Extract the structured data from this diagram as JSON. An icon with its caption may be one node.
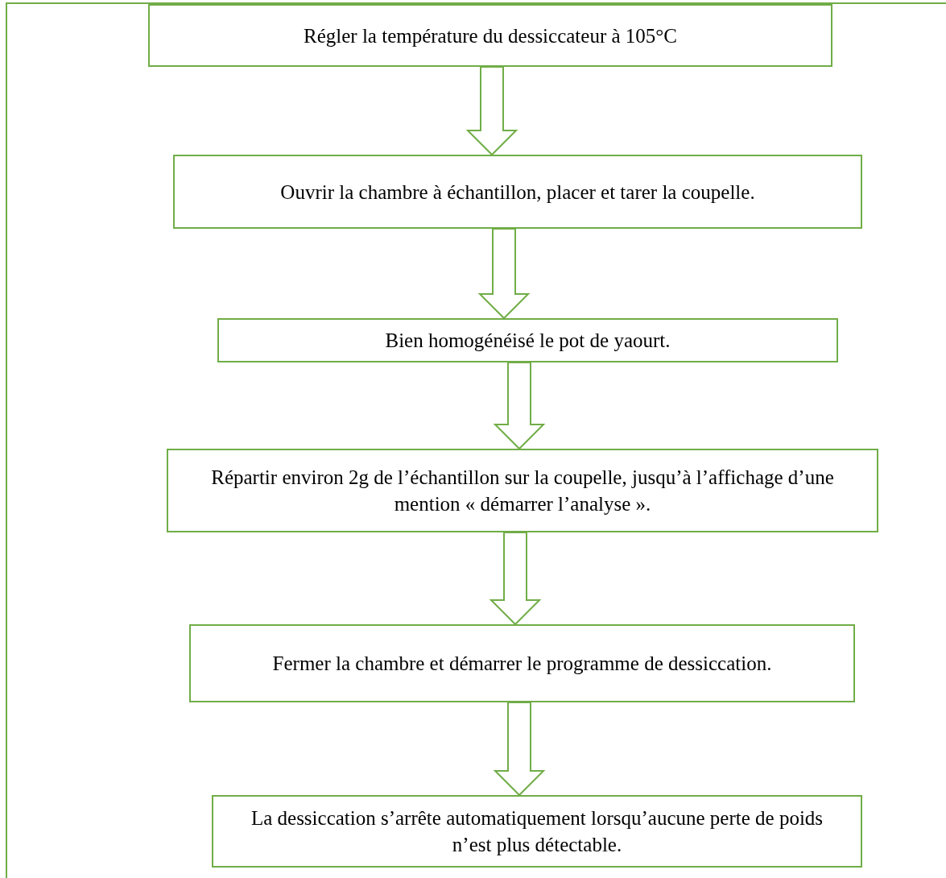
{
  "diagram": {
    "nodes": [
      {
        "text": [
          "Régler la température du dessiccateur à 105°C"
        ]
      },
      {
        "text": [
          "Ouvrir la chambre à échantillon, placer et tarer la coupelle."
        ]
      },
      {
        "text": [
          "Bien homogénéisé le pot de yaourt."
        ]
      },
      {
        "text": [
          "Répartir environ 2g de l’échantillon sur la coupelle, jusqu’à l’affichage d’une mention « démarrer l’analyse »."
        ]
      },
      {
        "text": [
          "Fermer la chambre et démarrer le programme de dessiccation."
        ]
      },
      {
        "text": [
          "La dessiccation s’arrête automatiquement lorsqu’aucune perte de poids n’est plus détectable."
        ]
      }
    ],
    "edges": [
      {
        "from": 0,
        "to": 1,
        "arrow": "to"
      },
      {
        "from": 1,
        "to": 2,
        "arrow": "to"
      },
      {
        "from": 2,
        "to": 3,
        "arrow": "to"
      },
      {
        "from": 3,
        "to": 4,
        "arrow": "to"
      },
      {
        "from": 4,
        "to": 5,
        "arrow": "to"
      }
    ]
  }
}
